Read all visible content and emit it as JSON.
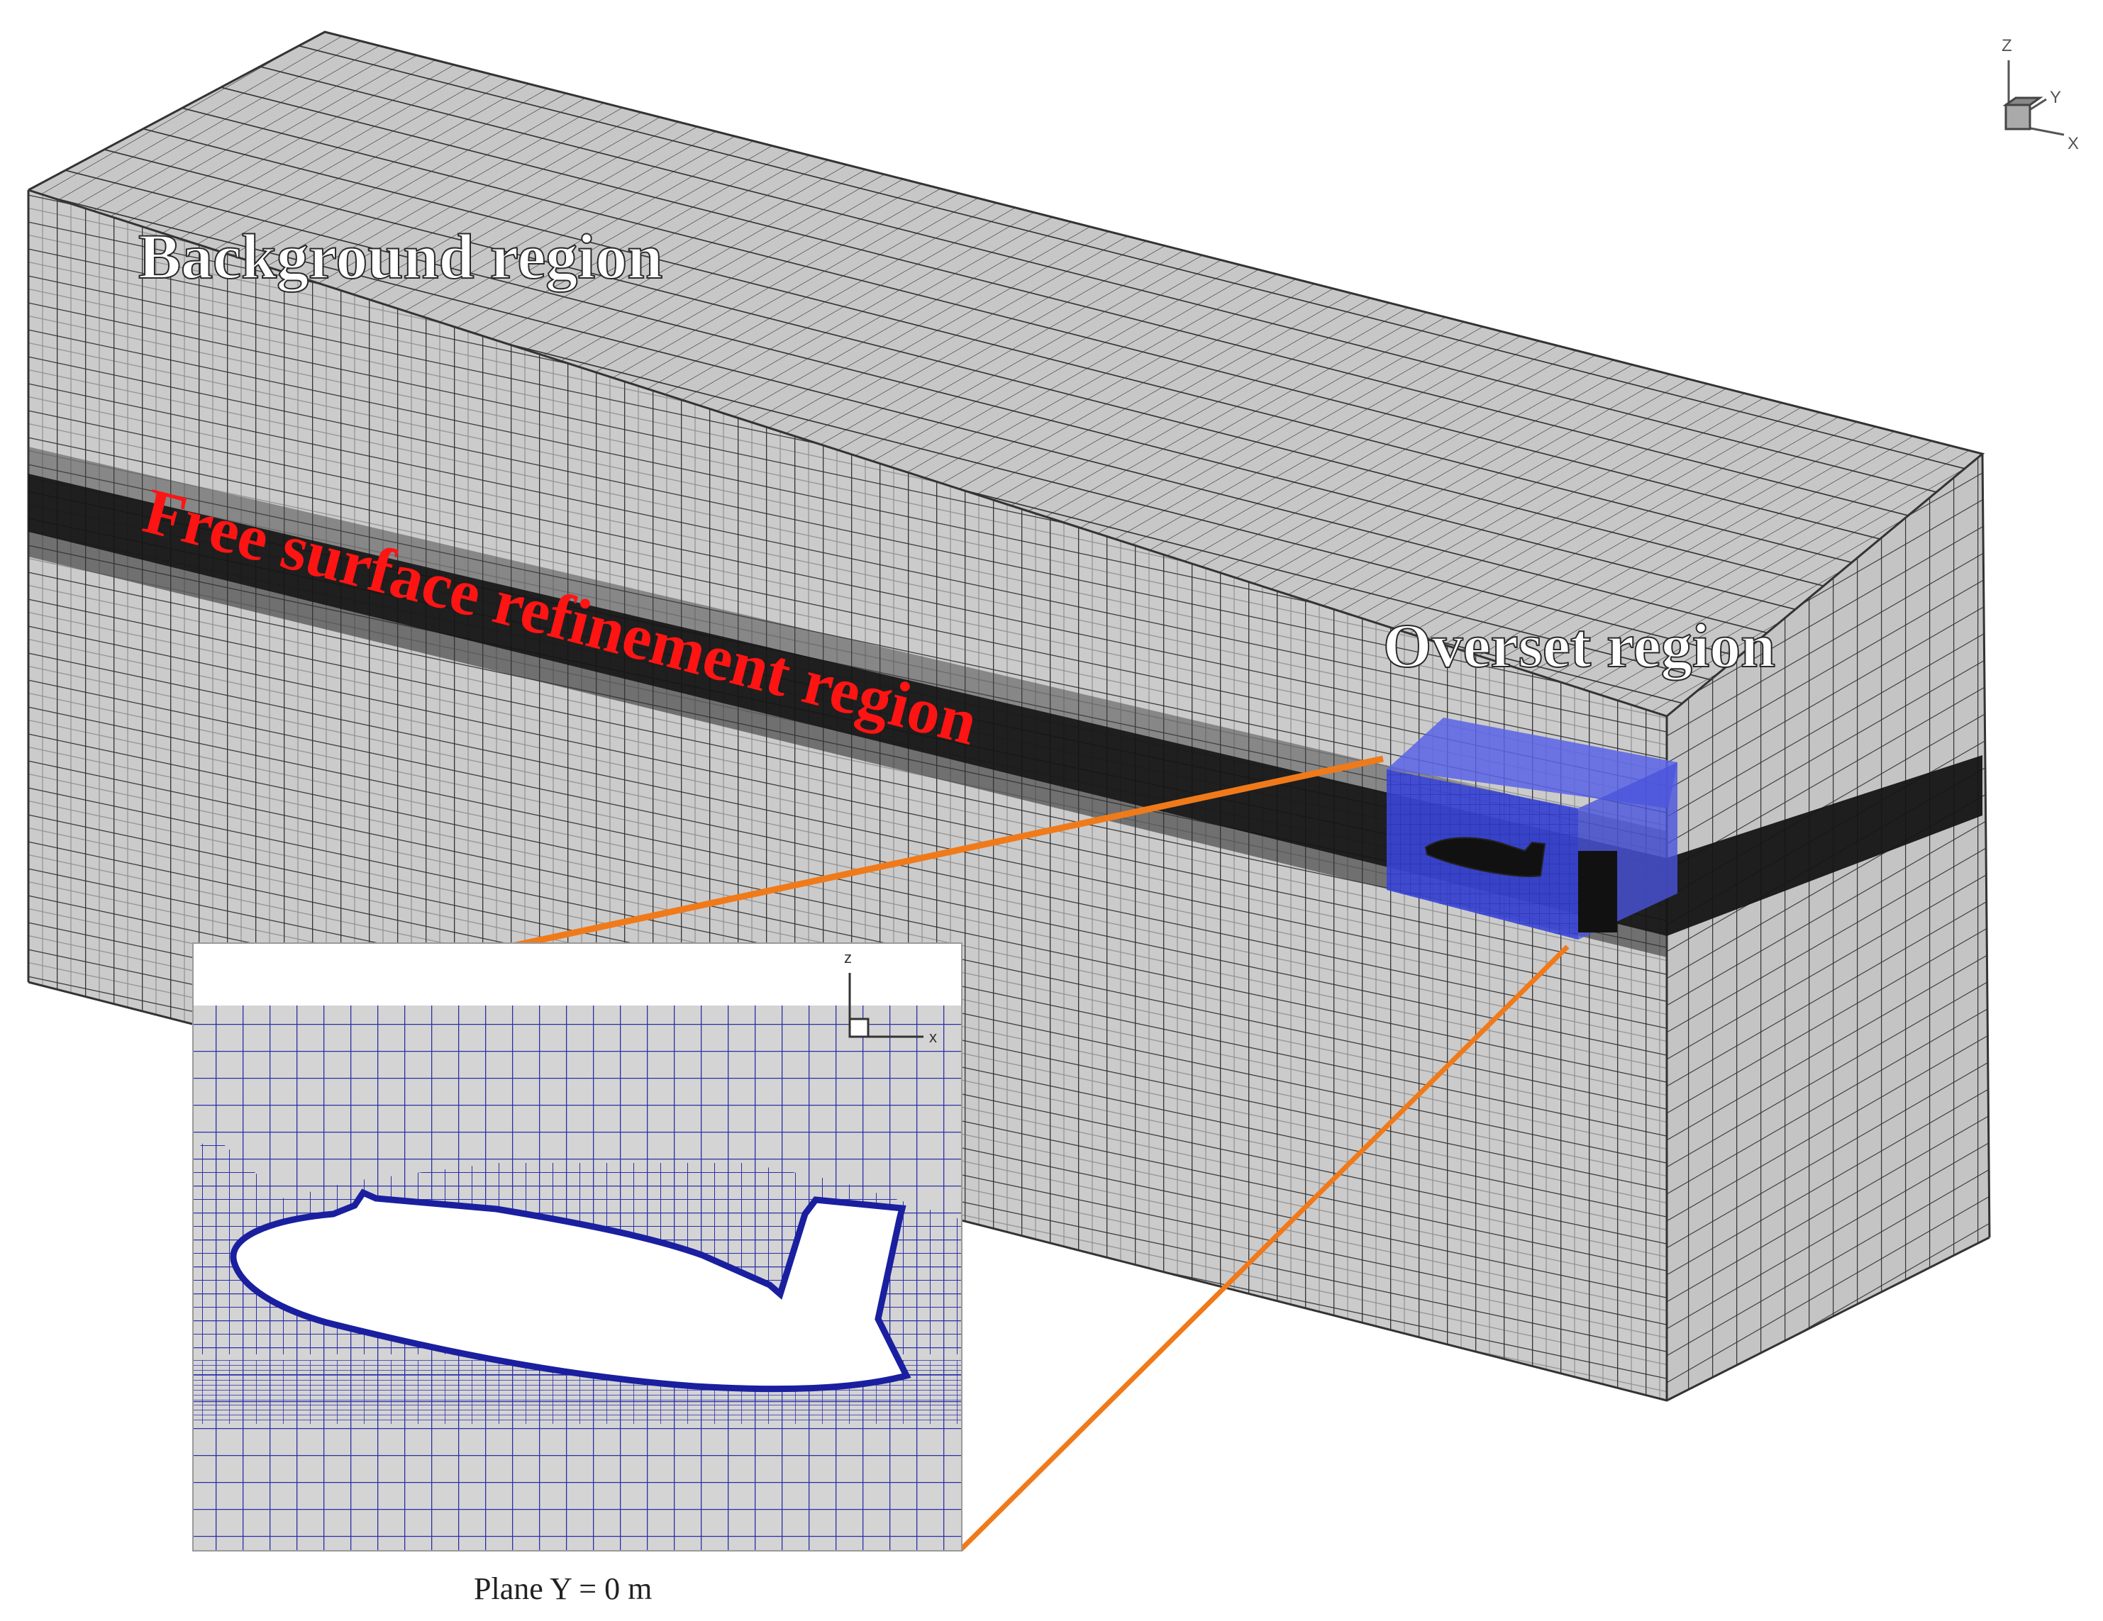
{
  "labels": {
    "background": "Background region",
    "free_surface": "Free surface refinement region",
    "overset": "Overset region",
    "inset_caption": "Plane Y = 0 m"
  },
  "axes_triad_main": {
    "z": "Z",
    "y": "Y",
    "x": "X"
  },
  "axes_triad_inset": {
    "z": "z",
    "x": "x"
  },
  "colors": {
    "mesh_line": "#2b2b2b",
    "mesh_face": "#c9c9c9",
    "free_surface_band": "#111111",
    "overset_blue": "#3a46d8",
    "inset_mesh": "#2b2fa6",
    "leader_orange": "#f07a1a",
    "label_red": "#ff1414",
    "label_white": "#ffffff"
  }
}
